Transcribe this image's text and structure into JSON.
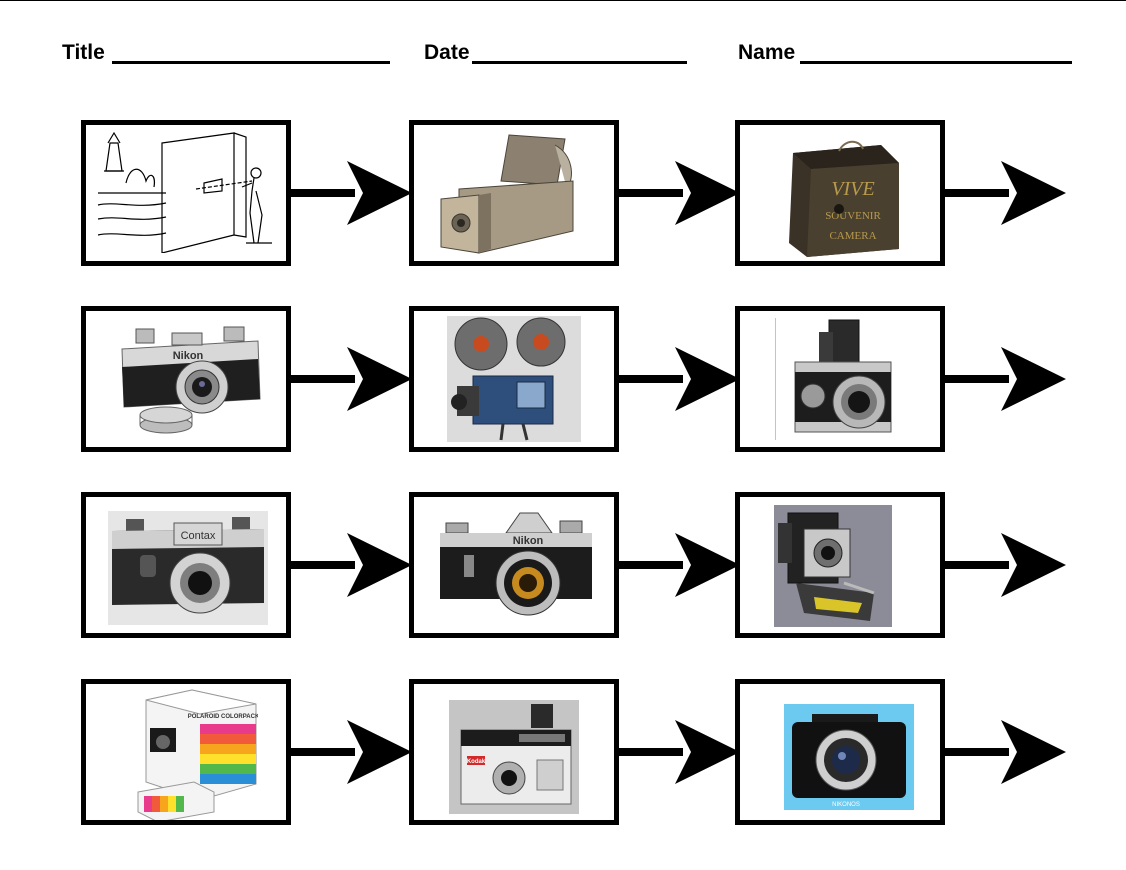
{
  "header": {
    "title_label": "Title",
    "date_label": "Date",
    "name_label": "Name"
  },
  "cards": [
    {
      "image": "camera-obscura-sketch"
    },
    {
      "image": "wooden-box-camera"
    },
    {
      "image": "vive-souvenir-camera",
      "printed_text": "VIVE SOUVENIR CAMERA"
    },
    {
      "image": "nikon-rangefinder-camera",
      "printed_text": "Nikon"
    },
    {
      "image": "reel-movie-camera"
    },
    {
      "image": "medium-format-camera"
    },
    {
      "image": "contax-camera",
      "printed_text": "Contax"
    },
    {
      "image": "nikon-f-slr-camera",
      "printed_text": "Nikon"
    },
    {
      "image": "press-camera"
    },
    {
      "image": "polacolor-film-box",
      "printed_text": "POLAROID COLORPACK II"
    },
    {
      "image": "instamatic-camera",
      "printed_text": "Kodak"
    },
    {
      "image": "underwater-camera",
      "printed_text": "NIKONOS"
    }
  ],
  "colors": {
    "ink": "#000000",
    "paper": "#ffffff",
    "underwater_bg": "#6cc9ef",
    "rainbow": [
      "#e83b8c",
      "#f15a3a",
      "#f7a51c",
      "#ffe12b",
      "#53b84b",
      "#2a8fd6"
    ]
  }
}
